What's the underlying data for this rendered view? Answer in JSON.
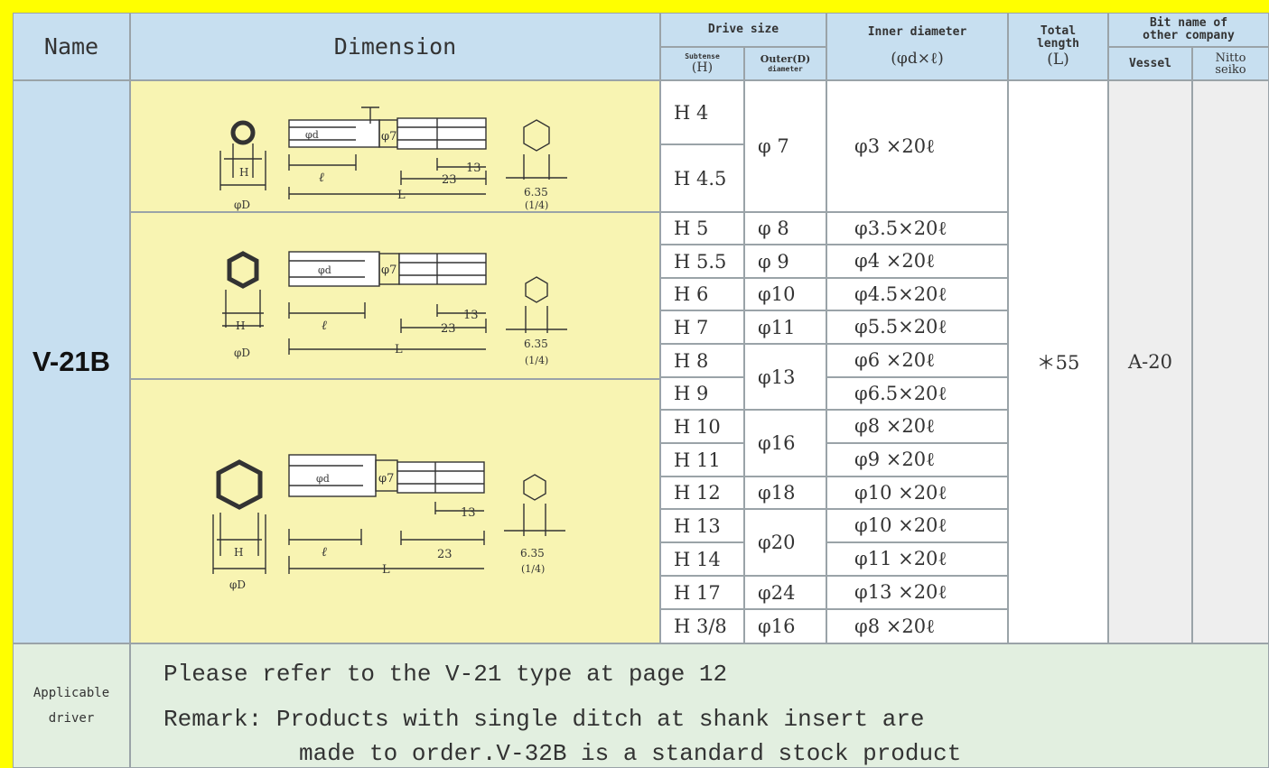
{
  "header": {
    "name": "Name",
    "dimension": "Dimension",
    "drive_size": "Drive size",
    "subtense": "Subtense",
    "subtense_sym": "(H)",
    "outer_line1": "Outer(D)",
    "outer_line2": "diameter",
    "inner_diameter": "Inner diameter",
    "inner_formula": "(φd×ℓ)",
    "total_length_line1": "Total",
    "total_length_line2": "length",
    "total_length_sym": "(L)",
    "bit_name_line1": "Bit name of",
    "bit_name_line2": "other company",
    "vessel": "Vessel",
    "nitto_line1": "Nitto",
    "nitto_line2": "seiko"
  },
  "product": {
    "name": "V-21B",
    "total_length": "＊55",
    "vessel": "A-20",
    "nitto": ""
  },
  "rows": [
    {
      "h": "H 4",
      "d": "",
      "inner": ""
    },
    {
      "h": "H 4.5",
      "d": "",
      "inner": ""
    },
    {
      "h": "H 5",
      "d": "φ 8",
      "inner": "φ3.5×20ℓ"
    },
    {
      "h": "H 5.5",
      "d": "φ 9",
      "inner": "φ4 ×20ℓ"
    },
    {
      "h": "H 6",
      "d": "φ10",
      "inner": "φ4.5×20ℓ"
    },
    {
      "h": "H 7",
      "d": "φ11",
      "inner": "φ5.5×20ℓ"
    },
    {
      "h": "H 8",
      "d": "",
      "inner": "φ6 ×20ℓ"
    },
    {
      "h": "H 9",
      "d": "",
      "inner": "φ6.5×20ℓ"
    },
    {
      "h": "H 10",
      "d": "",
      "inner": "φ8 ×20ℓ"
    },
    {
      "h": "H 11",
      "d": "",
      "inner": "φ9 ×20ℓ"
    },
    {
      "h": "H 12",
      "d": "φ18",
      "inner": "φ10 ×20ℓ"
    },
    {
      "h": "H 13",
      "d": "",
      "inner": "φ10 ×20ℓ"
    },
    {
      "h": "H 14",
      "d": "",
      "inner": "φ11 ×20ℓ"
    },
    {
      "h": "H 17",
      "d": "φ24",
      "inner": "φ13 ×20ℓ"
    },
    {
      "h": "H 3/8",
      "d": "φ16",
      "inner": "φ8 ×20ℓ"
    }
  ],
  "merged": {
    "d_4": "φ 7",
    "inner_4": "φ3 ×20ℓ",
    "d_8": "φ13",
    "d_10": "φ16",
    "d_13": "φ20"
  },
  "drawing_labels": {
    "h": "H",
    "phi_d_outer": "φD",
    "phi_d_inner": "φd",
    "phi7": "φ7",
    "ell": "ℓ",
    "big_l": "L",
    "thirteen": "13",
    "twentythree": "23",
    "hex_size": "6.35",
    "hex_inch": "(1/4)"
  },
  "footer": {
    "applicable_line1": "Applicable",
    "applicable_line2": "driver",
    "line1": "Please refer to the V-21 type at page 12",
    "line2": "Remark: Products with single ditch at shank insert are",
    "line3": "made to order.V-32B is a standard stock product"
  }
}
